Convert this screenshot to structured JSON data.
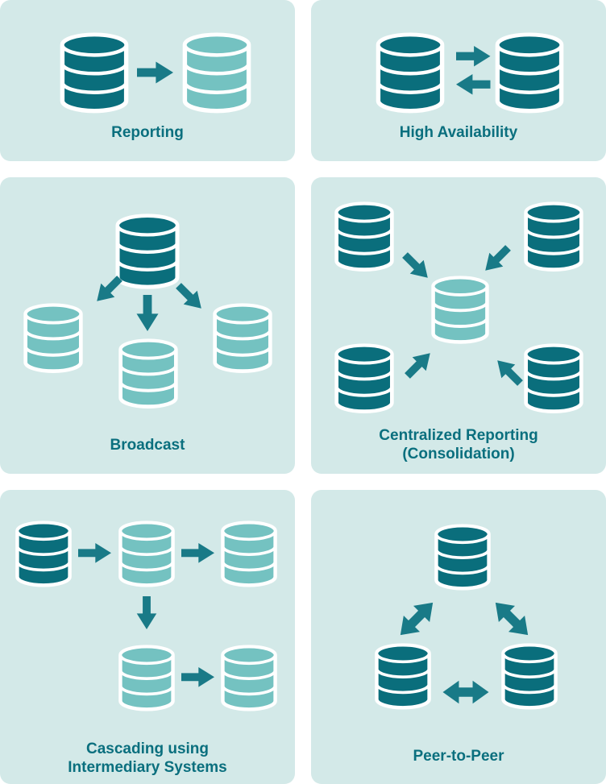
{
  "colors": {
    "page_bg": "#ffffff",
    "panel_bg": "#d3e9e8",
    "db_dark": "#0a6e7c",
    "db_light": "#74c2c1",
    "arrow": "#197a87",
    "label": "#0a6f7e",
    "db_outline": "#ffffff"
  },
  "panels": [
    {
      "id": "reporting",
      "label": "Reporting",
      "dark_databases": 1,
      "light_databases": 1,
      "arrows": [
        "left-to-right"
      ]
    },
    {
      "id": "high-availability",
      "label": "High Availability",
      "dark_databases": 2,
      "light_databases": 0,
      "arrows": [
        "left-to-right",
        "right-to-left"
      ]
    },
    {
      "id": "broadcast",
      "label": "Broadcast",
      "dark_databases": 1,
      "light_databases": 3,
      "arrows": [
        "to-lower-left",
        "down",
        "to-lower-right"
      ]
    },
    {
      "id": "centralized-reporting",
      "label": "Centralized Reporting\n(Consolidation)",
      "dark_databases": 4,
      "light_databases": 1,
      "arrows": [
        "from-top-left-inward",
        "from-top-right-inward",
        "from-bottom-left-inward",
        "from-bottom-right-inward"
      ]
    },
    {
      "id": "cascading",
      "label": "Cascading using\nIntermediary Systems",
      "dark_databases": 1,
      "light_databases": 4,
      "arrows": [
        "left-to-right",
        "left-to-right",
        "down",
        "left-to-right"
      ]
    },
    {
      "id": "peer-to-peer",
      "label": "Peer-to-Peer",
      "dark_databases": 3,
      "light_databases": 0,
      "arrows": [
        "bidirectional",
        "bidirectional",
        "bidirectional"
      ]
    }
  ]
}
